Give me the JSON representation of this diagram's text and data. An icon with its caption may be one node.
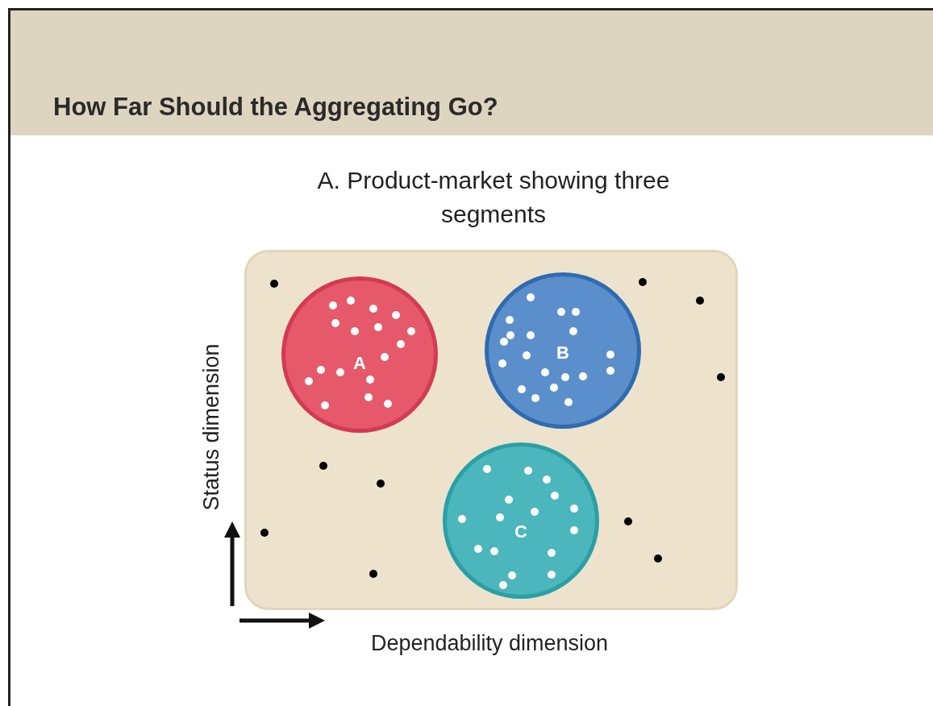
{
  "diagram": {
    "title": "How Far Should the Aggregating Go?",
    "nodes": [
      {
        "text": [
          "A. Product-market showing three segments"
        ]
      },
      {
        "text": [
          "A"
        ],
        "in": 0
      },
      {
        "text": [
          "B"
        ],
        "in": 0
      },
      {
        "text": [
          "C"
        ],
        "in": 0
      }
    ],
    "labels": [
      "Status dimension",
      "Dependability dimension"
    ]
  }
}
